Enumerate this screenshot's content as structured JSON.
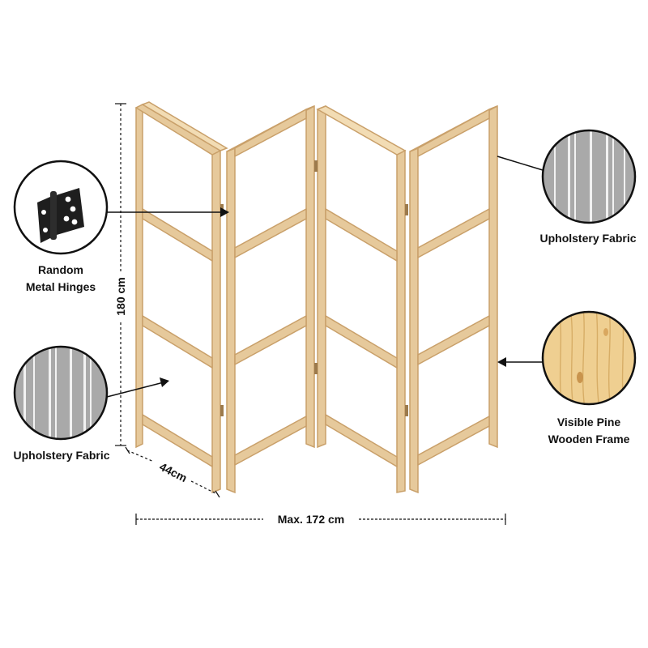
{
  "labels": {
    "hinges_line1": "Random",
    "hinges_line2": "Metal Hinges",
    "fabric_left": "Upholstery Fabric",
    "fabric_right": "Upholstery Fabric",
    "frame_line1": "Visible Pine",
    "frame_line2": "Wooden Frame"
  },
  "dimensions": {
    "height": "180 cm",
    "depth": "44cm",
    "width": "Max. 172 cm"
  },
  "colors": {
    "wood": "#e6c99b",
    "wood_edge": "#c9a06a",
    "wood_light": "#f2dcb4",
    "hinge": "#1e1e1e",
    "fabric": "#a9a9a9",
    "fabric_stripe": "#f2f2f2",
    "pine": "#efcf91",
    "leader": "#111111"
  }
}
